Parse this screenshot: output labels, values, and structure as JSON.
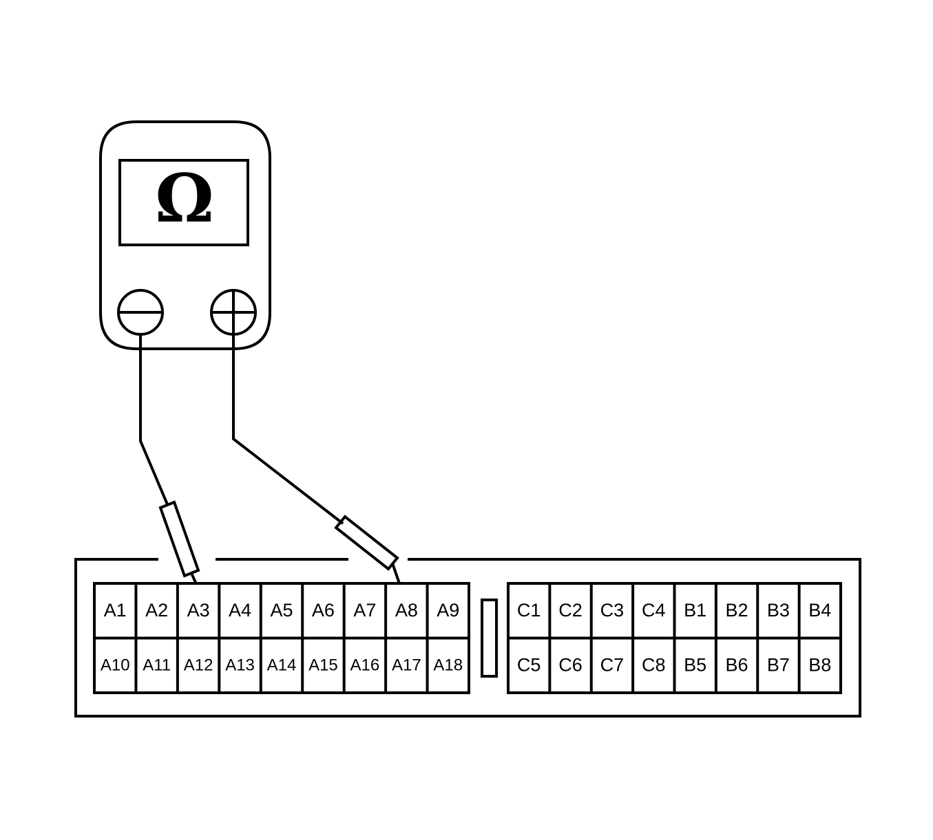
{
  "meter": {
    "display_symbol": "Ω",
    "terminal_left": "negative",
    "terminal_right": "positive"
  },
  "probes": [
    {
      "name": "negative-probe",
      "from": "terminal_left",
      "to_pin": "A3"
    },
    {
      "name": "positive-probe",
      "from": "terminal_right",
      "to_pin": "A8"
    }
  ],
  "connector": {
    "block_a": {
      "rows": [
        [
          "A1",
          "A2",
          "A3",
          "A4",
          "A5",
          "A6",
          "A7",
          "A8",
          "A9"
        ],
        [
          "A10",
          "A11",
          "A12",
          "A13",
          "A14",
          "A15",
          "A16",
          "A17",
          "A18"
        ]
      ]
    },
    "block_b": {
      "rows": [
        [
          "C1",
          "C2",
          "C3",
          "C4",
          "B1",
          "B2",
          "B3",
          "B4"
        ],
        [
          "C5",
          "C6",
          "C7",
          "C8",
          "B5",
          "B6",
          "B7",
          "B8"
        ]
      ]
    }
  },
  "colors": {
    "line": "#000000",
    "background": "#ffffff"
  }
}
